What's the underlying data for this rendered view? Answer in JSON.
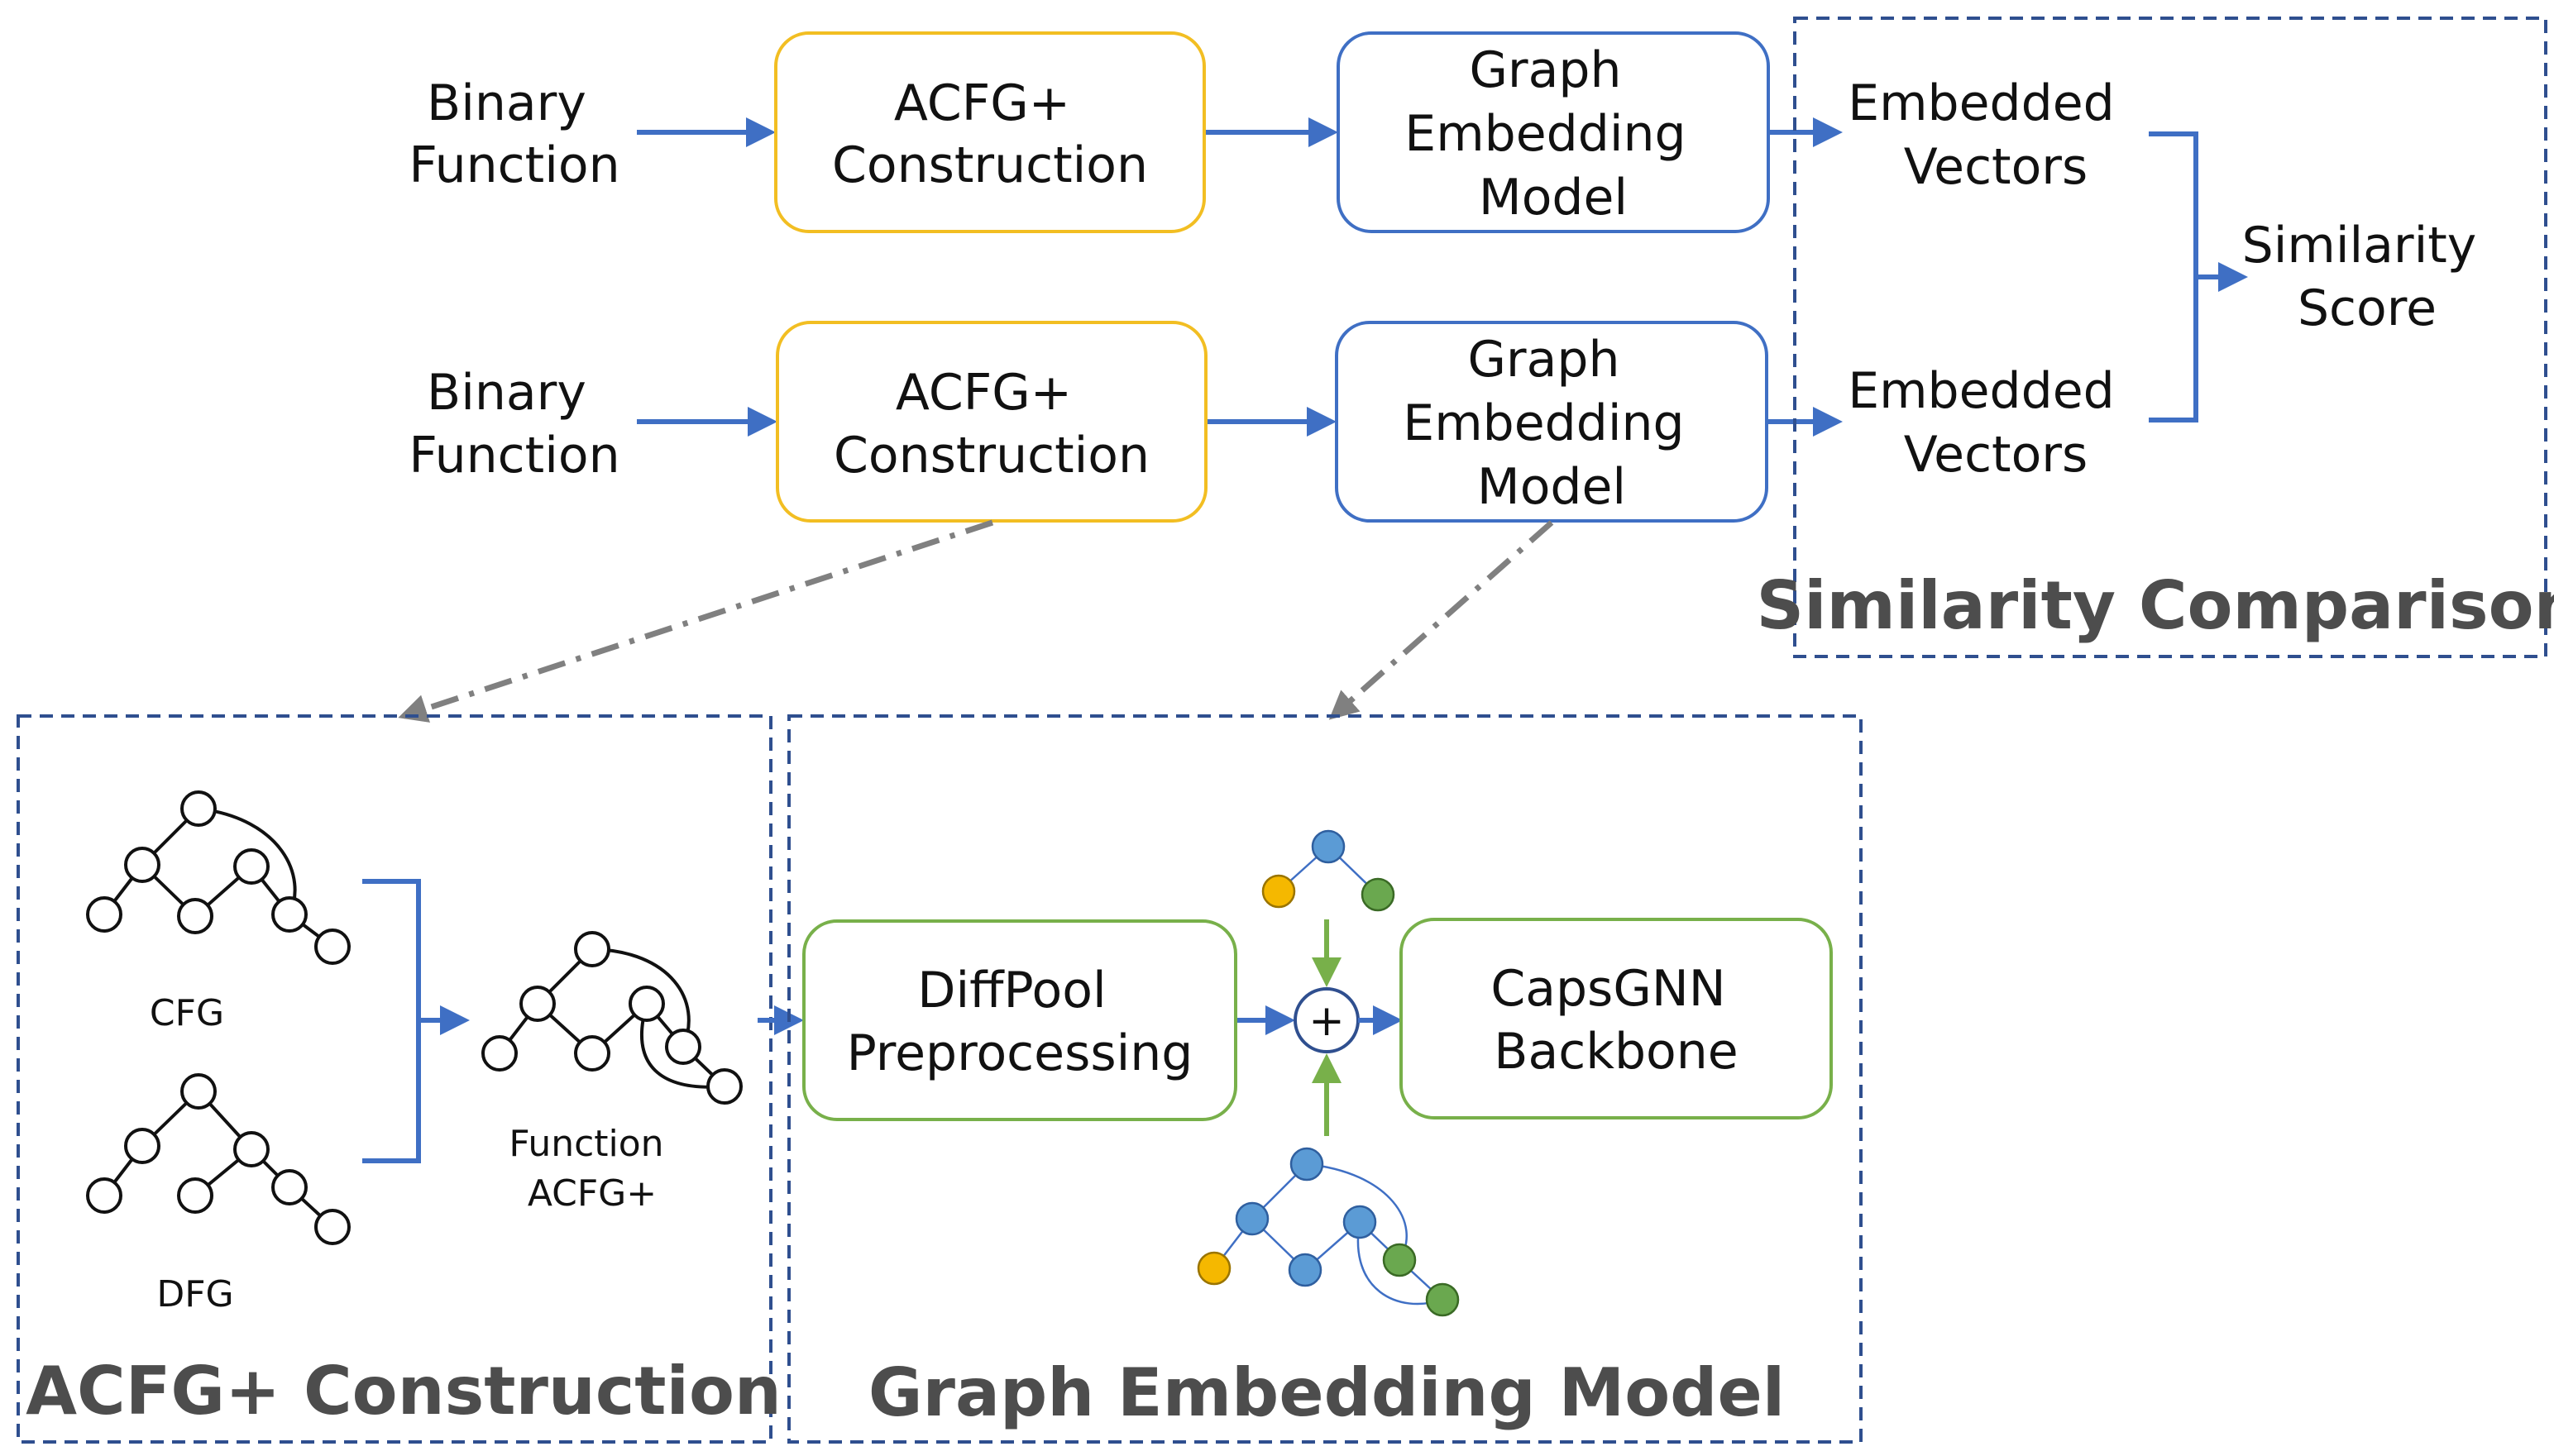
{
  "top_flow": {
    "row1": {
      "input": [
        "Binary",
        "Function"
      ],
      "construction": [
        "ACFG+",
        "Construction"
      ],
      "model": [
        "Graph",
        "Embedding",
        "Model"
      ],
      "vectors": [
        "Embedded",
        "Vectors"
      ]
    },
    "row2": {
      "input": [
        "Binary",
        "Function"
      ],
      "construction": [
        "ACFG+",
        "Construction"
      ],
      "model": [
        "Graph",
        "Embedding",
        "Model"
      ],
      "vectors": [
        "Embedded",
        "Vectors"
      ]
    },
    "score": [
      "Similarity",
      "Score"
    ]
  },
  "panels": {
    "similarity": {
      "title": "Similarity Comparison"
    },
    "acfg": {
      "title": "ACFG+ Construction",
      "cfg_label": "CFG",
      "dfg_label": "DFG",
      "function_label": [
        "Function",
        "ACFG+"
      ]
    },
    "embedding": {
      "title": "Graph Embedding Model",
      "diffpool": [
        "DiffPool",
        "Preprocessing"
      ],
      "plus": "+",
      "capsgnn": [
        "CapsGNN",
        "Backbone"
      ]
    }
  },
  "colors": {
    "construction_border": "#f2be22",
    "model_border": "#3f6fc4",
    "embedding_border": "#78b04a",
    "panel_border": "#2f4f8f",
    "arrow_blue": "#3f6fc4",
    "arrow_green": "#78b04a",
    "connector_gray": "#808080",
    "node_blue": "#5b9bd5",
    "node_yellow": "#f5b800",
    "node_green": "#6aa84f"
  }
}
